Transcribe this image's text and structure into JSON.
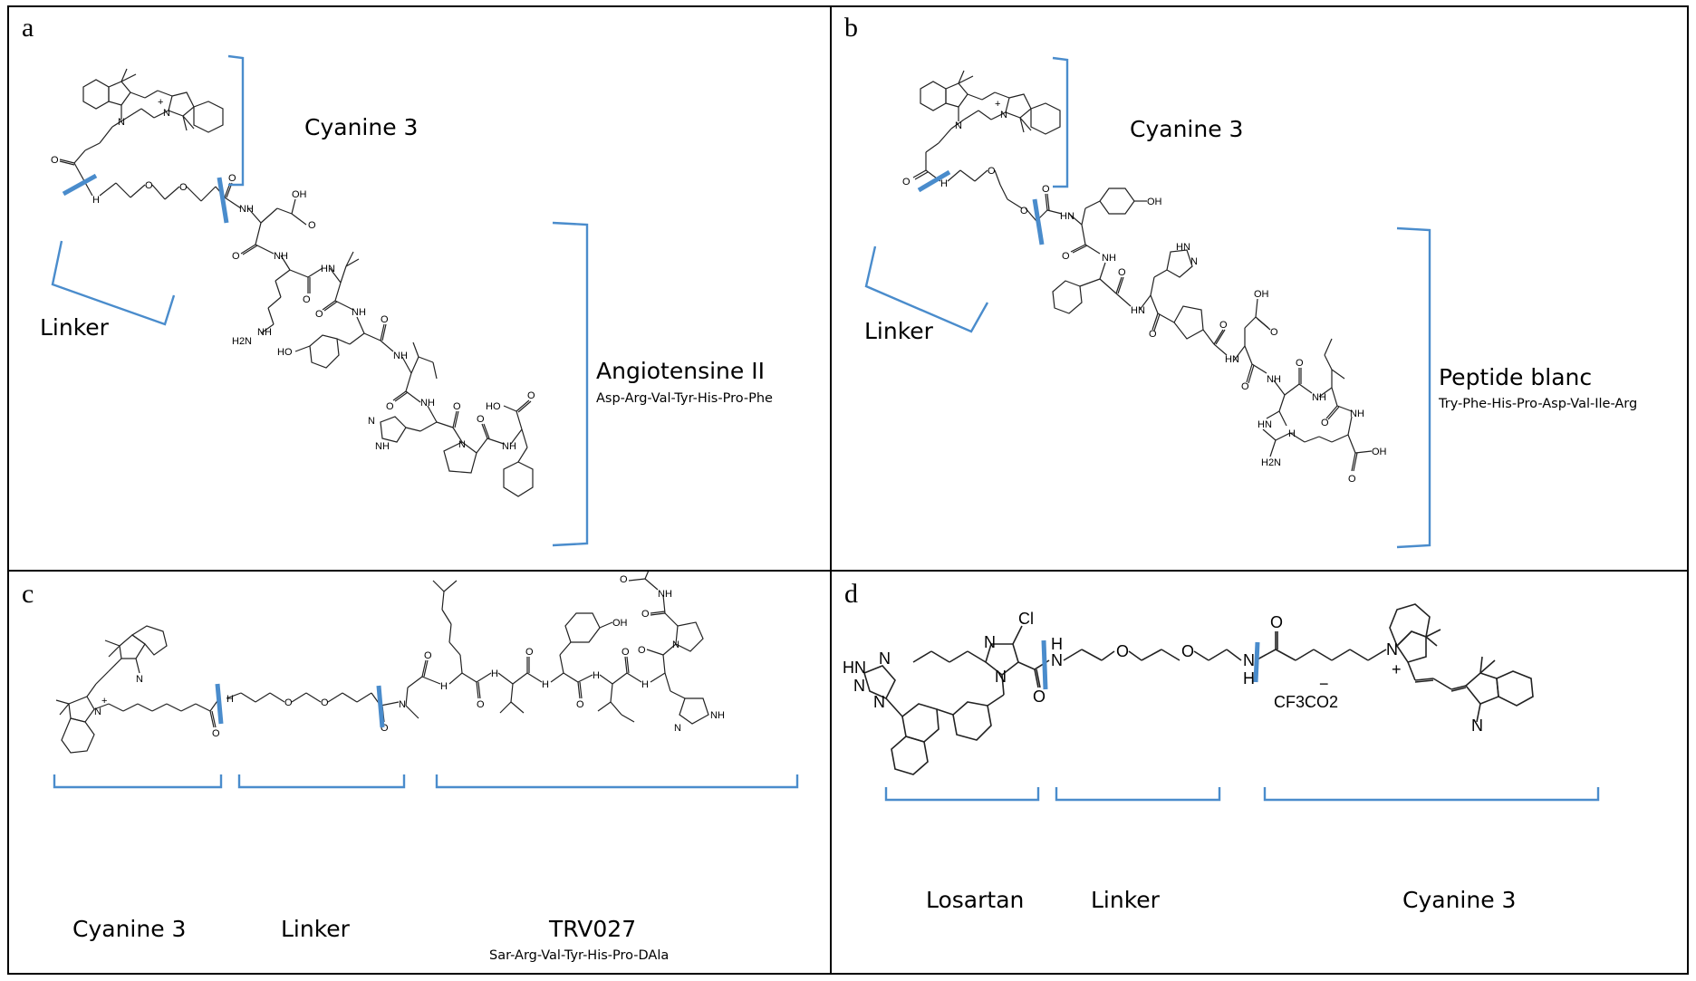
{
  "panels": {
    "a": {
      "letter": "a",
      "fluorophore_label": "Cyanine 3",
      "linker_label": "Linker",
      "peptide_label": "Angiotensine II",
      "peptide_sequence": "Asp-Arg-Val-Tyr-His-Pro-Phe"
    },
    "b": {
      "letter": "b",
      "fluorophore_label": "Cyanine 3",
      "linker_label": "Linker",
      "peptide_label": "Peptide blanc",
      "peptide_sequence": "Try-Phe-His-Pro-Asp-Val-Ile-Arg"
    },
    "c": {
      "letter": "c",
      "fluorophore_label": "Cyanine 3",
      "linker_label": "Linker",
      "peptide_label": "TRV027",
      "peptide_sequence": "Sar-Arg-Val-Tyr-His-Pro-DAla"
    },
    "d": {
      "letter": "d",
      "drug_label": "Losartan",
      "linker_label": "Linker",
      "fluorophore_label": "Cyanine 3",
      "counterion": "CF3CO2",
      "atoms": {
        "cl": "Cl",
        "n": "N",
        "nh": "NH",
        "h": "H",
        "o": "O",
        "hn": "HN"
      }
    }
  },
  "atoms": {
    "n": "N",
    "o": "O",
    "oh": "OH",
    "nh": "NH",
    "hn": "HN",
    "h2n": "H2N",
    "plus": "+",
    "minus": "−",
    "ho": "HO",
    "h": "H"
  },
  "colors": {
    "accent": "#4a8ccc",
    "ink": "#000000",
    "background": "#ffffff"
  }
}
